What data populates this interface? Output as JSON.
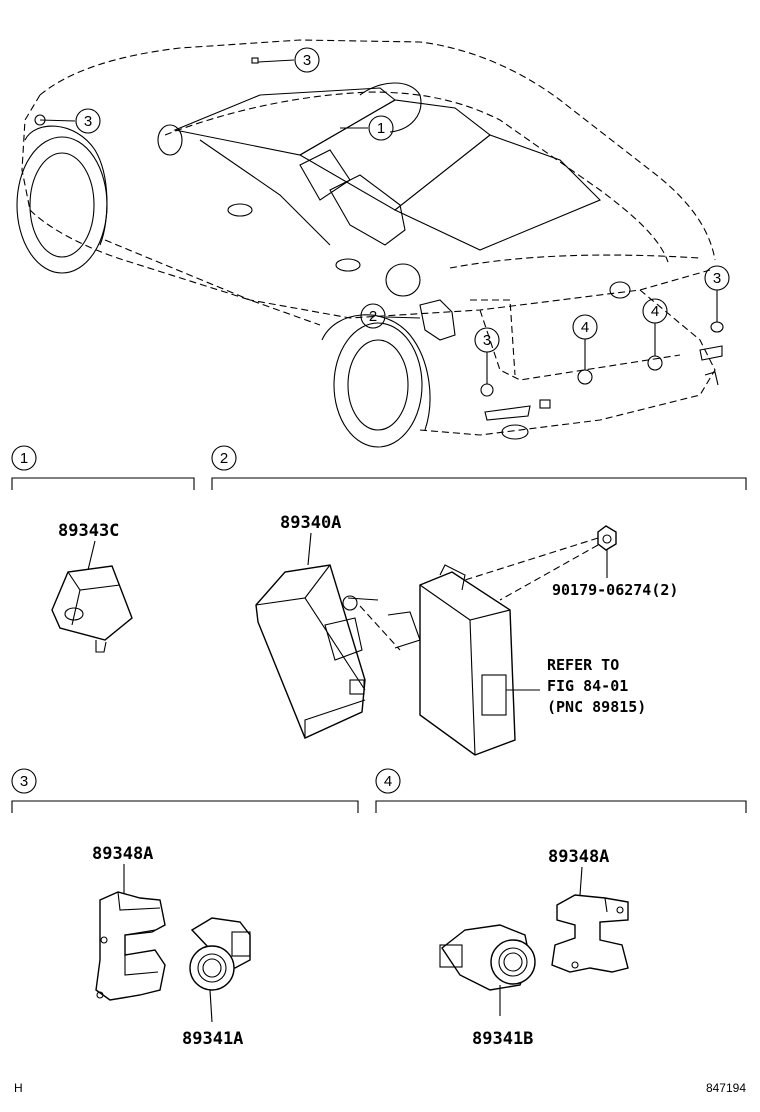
{
  "callouts": {
    "c1": "1",
    "c2": "2",
    "c3": "3",
    "c4": "4"
  },
  "sections": [
    {
      "id": "1",
      "parts": [
        "89343C"
      ]
    },
    {
      "id": "2",
      "parts": [
        "89340A",
        "90179-06274(2)"
      ],
      "reference": [
        "REFER TO",
        "FIG 84-01",
        "(PNC 89815)"
      ]
    },
    {
      "id": "3",
      "parts": [
        "89348A",
        "89341A"
      ]
    },
    {
      "id": "4",
      "parts": [
        "89348A",
        "89341B"
      ]
    }
  ],
  "labels": {
    "p89343C": "89343C",
    "p89340A": "89340A",
    "p90179": "90179-06274(2)",
    "ref1": "REFER TO",
    "ref2": "FIG 84-01",
    "ref3": "(PNC 89815)",
    "p89348A_left": "89348A",
    "p89341A": "89341A",
    "p89348A_right": "89348A",
    "p89341B": "89341B"
  },
  "footer": {
    "left": "H",
    "right": "847194"
  }
}
